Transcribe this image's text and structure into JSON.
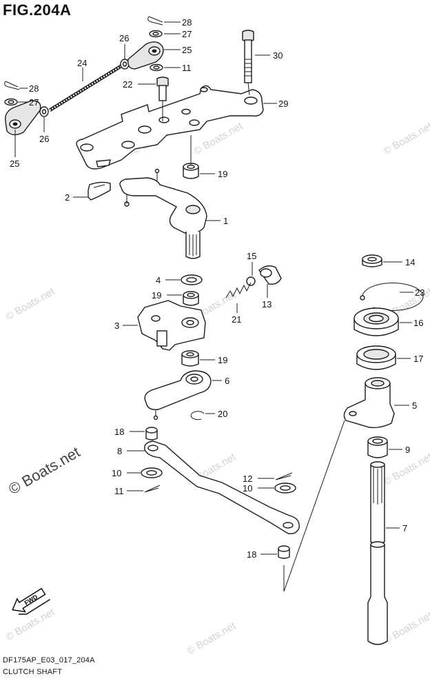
{
  "figure": {
    "title": "FIG.204A",
    "model_code": "DF175AP_E03_017_204A",
    "caption": "CLUTCH SHAFT"
  },
  "watermark": {
    "text": "© Boats.net",
    "repeat_text": "© Boats.net"
  },
  "direction_arrow": {
    "label": "FWD",
    "icon": "fwd-arrow-icon"
  },
  "callouts": [
    {
      "num": "28"
    },
    {
      "num": "27"
    },
    {
      "num": "26"
    },
    {
      "num": "25"
    },
    {
      "num": "30"
    },
    {
      "num": "11"
    },
    {
      "num": "24"
    },
    {
      "num": "22"
    },
    {
      "num": "28"
    },
    {
      "num": "27"
    },
    {
      "num": "29"
    },
    {
      "num": "26"
    },
    {
      "num": "25"
    },
    {
      "num": "19"
    },
    {
      "num": "2"
    },
    {
      "num": "1"
    },
    {
      "num": "15"
    },
    {
      "num": "14"
    },
    {
      "num": "4"
    },
    {
      "num": "23"
    },
    {
      "num": "19"
    },
    {
      "num": "13"
    },
    {
      "num": "21"
    },
    {
      "num": "16"
    },
    {
      "num": "3"
    },
    {
      "num": "19"
    },
    {
      "num": "17"
    },
    {
      "num": "6"
    },
    {
      "num": "5"
    },
    {
      "num": "20"
    },
    {
      "num": "18"
    },
    {
      "num": "9"
    },
    {
      "num": "8"
    },
    {
      "num": "12"
    },
    {
      "num": "10"
    },
    {
      "num": "10"
    },
    {
      "num": "11"
    },
    {
      "num": "7"
    },
    {
      "num": "18"
    }
  ]
}
